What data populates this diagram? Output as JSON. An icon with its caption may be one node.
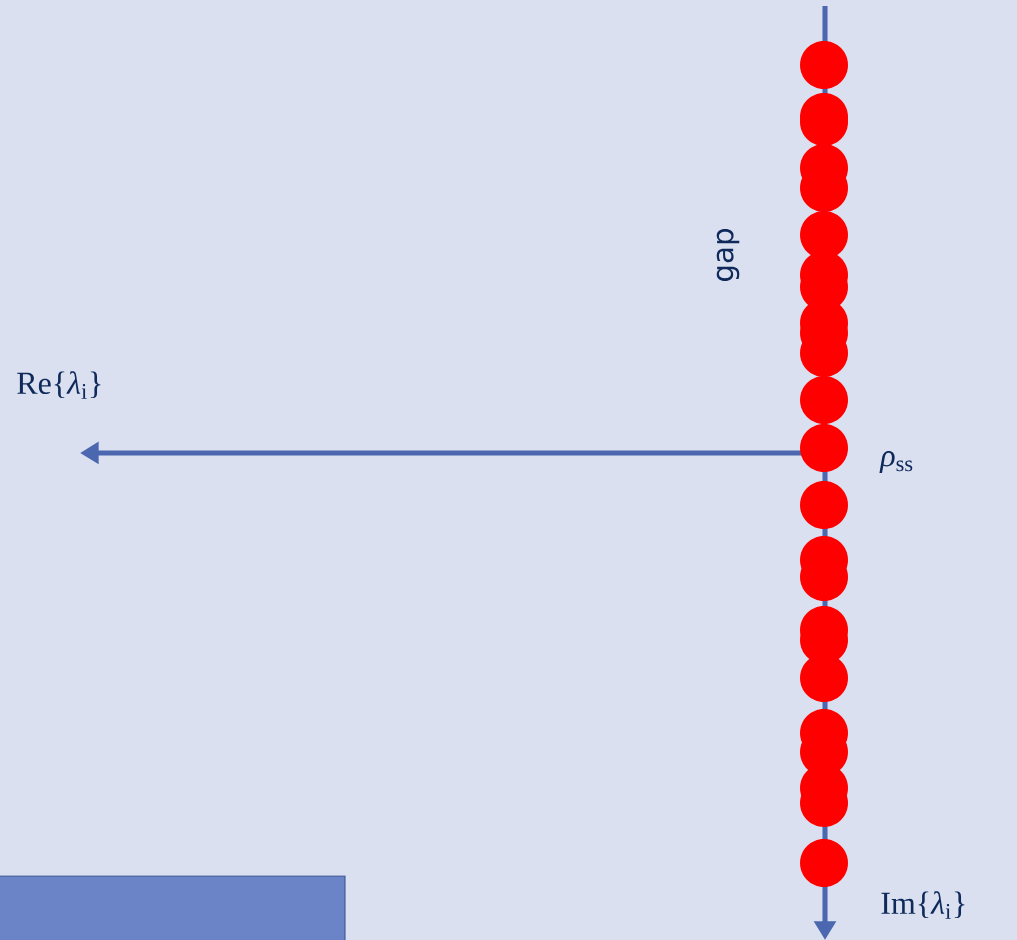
{
  "diagram": {
    "labels": [
      "Re{*λ*$_{i}$}",
      "gap",
      "*ρ*$_{ss}$",
      "Im{*λ*$_{i}$}"
    ]
  }
}
